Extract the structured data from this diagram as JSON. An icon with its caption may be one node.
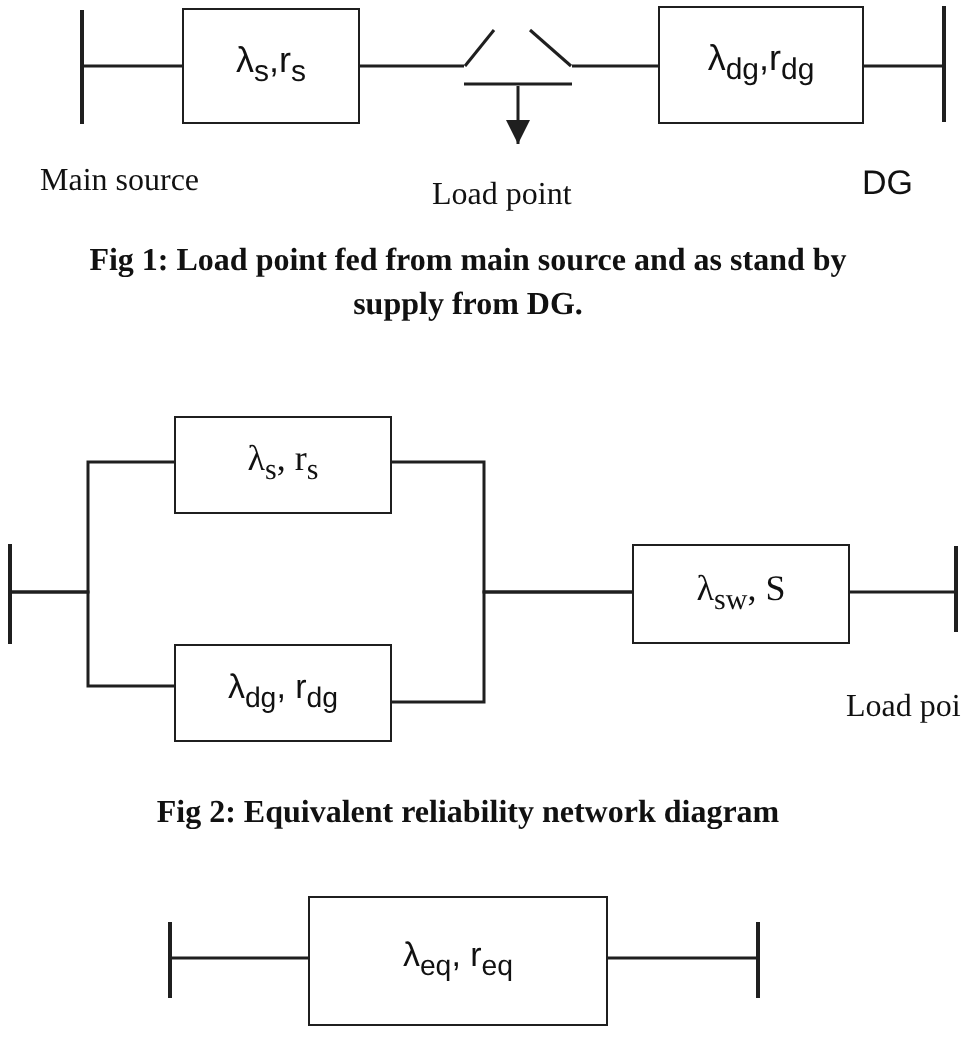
{
  "diagram": {
    "nodes": [
      {
        "text": [],
        "shape": "bar",
        "beside": [
          "Main source"
        ]
      },
      {
        "text": [
          "λ$_{s}$,r$_{s}$"
        ]
      },
      {
        "text": [],
        "shape": "switch",
        "beside": [
          "Load point"
        ]
      },
      {
        "text": [
          "λ$_{dg}$,r$_{dg}$"
        ]
      },
      {
        "text": [],
        "shape": "bar",
        "beside": [
          "DG"
        ]
      },
      {
        "text": [],
        "shape": "bar"
      },
      {
        "text": [
          "λ$_{s}$, r$_{s}$"
        ]
      },
      {
        "text": [
          "λ$_{dg}$, r$_{dg}$"
        ]
      },
      {
        "text": [
          "λ$_{sw}$, S"
        ]
      },
      {
        "text": [],
        "shape": "bar",
        "beside": [
          "Load poi"
        ]
      },
      {
        "text": [],
        "shape": "bar"
      },
      {
        "text": [
          "λ$_{eq}$, r$_{eq}$"
        ]
      },
      {
        "text": [],
        "shape": "bar"
      }
    ],
    "edges": [
      {
        "from": 0,
        "to": 1,
        "arrow": "none"
      },
      {
        "from": 1,
        "to": 2,
        "arrow": "none"
      },
      {
        "from": 2,
        "to": 3,
        "arrow": "none"
      },
      {
        "from": 3,
        "to": 4,
        "arrow": "none"
      },
      {
        "from": 2,
        "to": null,
        "arrow": "to"
      },
      {
        "from": 5,
        "to": 6,
        "arrow": "none"
      },
      {
        "from": 5,
        "to": 7,
        "arrow": "none"
      },
      {
        "from": 6,
        "to": 8,
        "arrow": "none"
      },
      {
        "from": 7,
        "to": 8,
        "arrow": "none"
      },
      {
        "from": 8,
        "to": 9,
        "arrow": "none"
      },
      {
        "from": 10,
        "to": 11,
        "arrow": "none"
      },
      {
        "from": 11,
        "to": 12,
        "arrow": "none"
      }
    ],
    "labels": [
      "Fig 1: Load point fed from main source and as stand by supply from DG.",
      "Fig 2: Equivalent reliability network diagram"
    ]
  }
}
